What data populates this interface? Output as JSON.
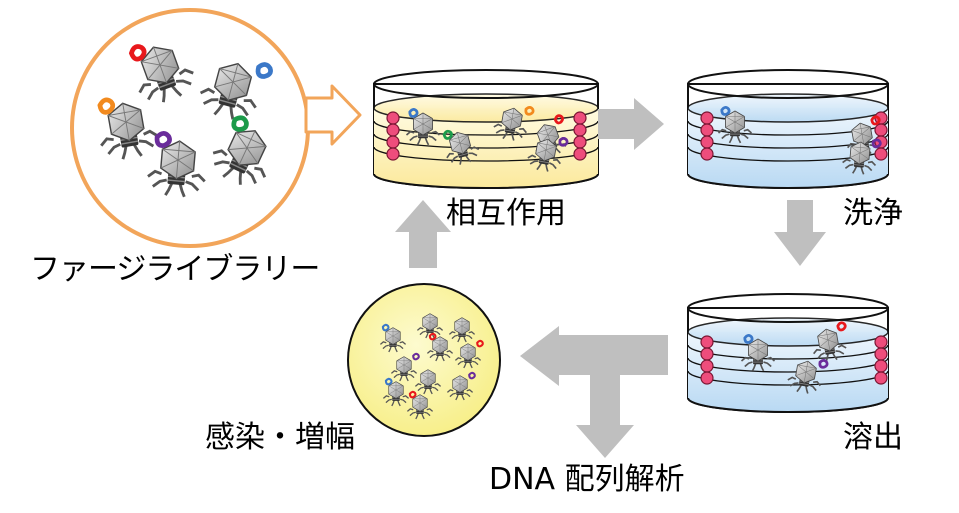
{
  "labels": {
    "library": "ファージライブラリー",
    "interaction": "相互作用",
    "wash": "洗浄",
    "elution": "溶出",
    "amplify": "感染・増幅",
    "sequencing": "DNA 配列解析"
  },
  "colors": {
    "library_ring": "#f2a55a",
    "arrow_orange": "#f2a55a",
    "arrow_gray": "#bfbfbf",
    "dish_yellow": "#fdf2b5",
    "dish_blue": "#cfe5f7",
    "amplify_fill": "#fbf49a",
    "target_pink": "#ee4d7c",
    "tag_red": "#e8181c",
    "tag_blue": "#3b78c8",
    "tag_orange": "#f28a1e",
    "tag_green": "#1c9b4a",
    "tag_purple": "#6a2c9b",
    "phage_head": "#c8c8c8"
  }
}
